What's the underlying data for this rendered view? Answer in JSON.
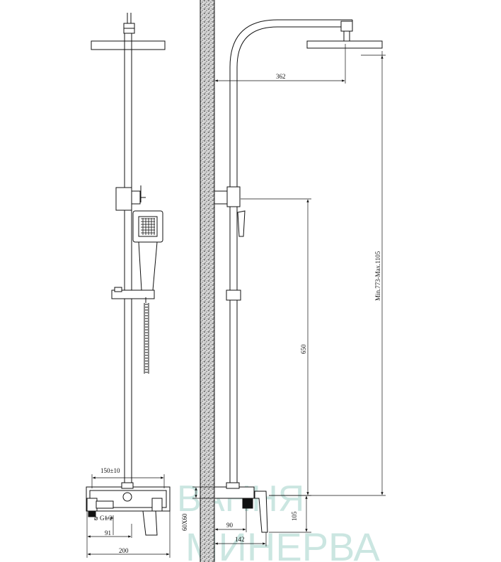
{
  "watermark": {
    "line1": "ВАННЯ",
    "line2": "МИНЕРВА",
    "color": "#5fb3a5"
  },
  "front_view": {
    "dim_spacing": "150±10",
    "dim_thread": "G1/2",
    "dim_outlet_offset": "91",
    "dim_width": "200"
  },
  "side_view": {
    "dim_head_reach": "362",
    "dim_holder_height": "650",
    "dim_total_height": "Min.773-Max.1105",
    "dim_mixer_height": "105",
    "dim_wall_distance": "90",
    "dim_mixer_depth": "142",
    "dim_mount_plate": "60X60"
  },
  "colors": {
    "line": "#111111",
    "wall": "#555555"
  }
}
